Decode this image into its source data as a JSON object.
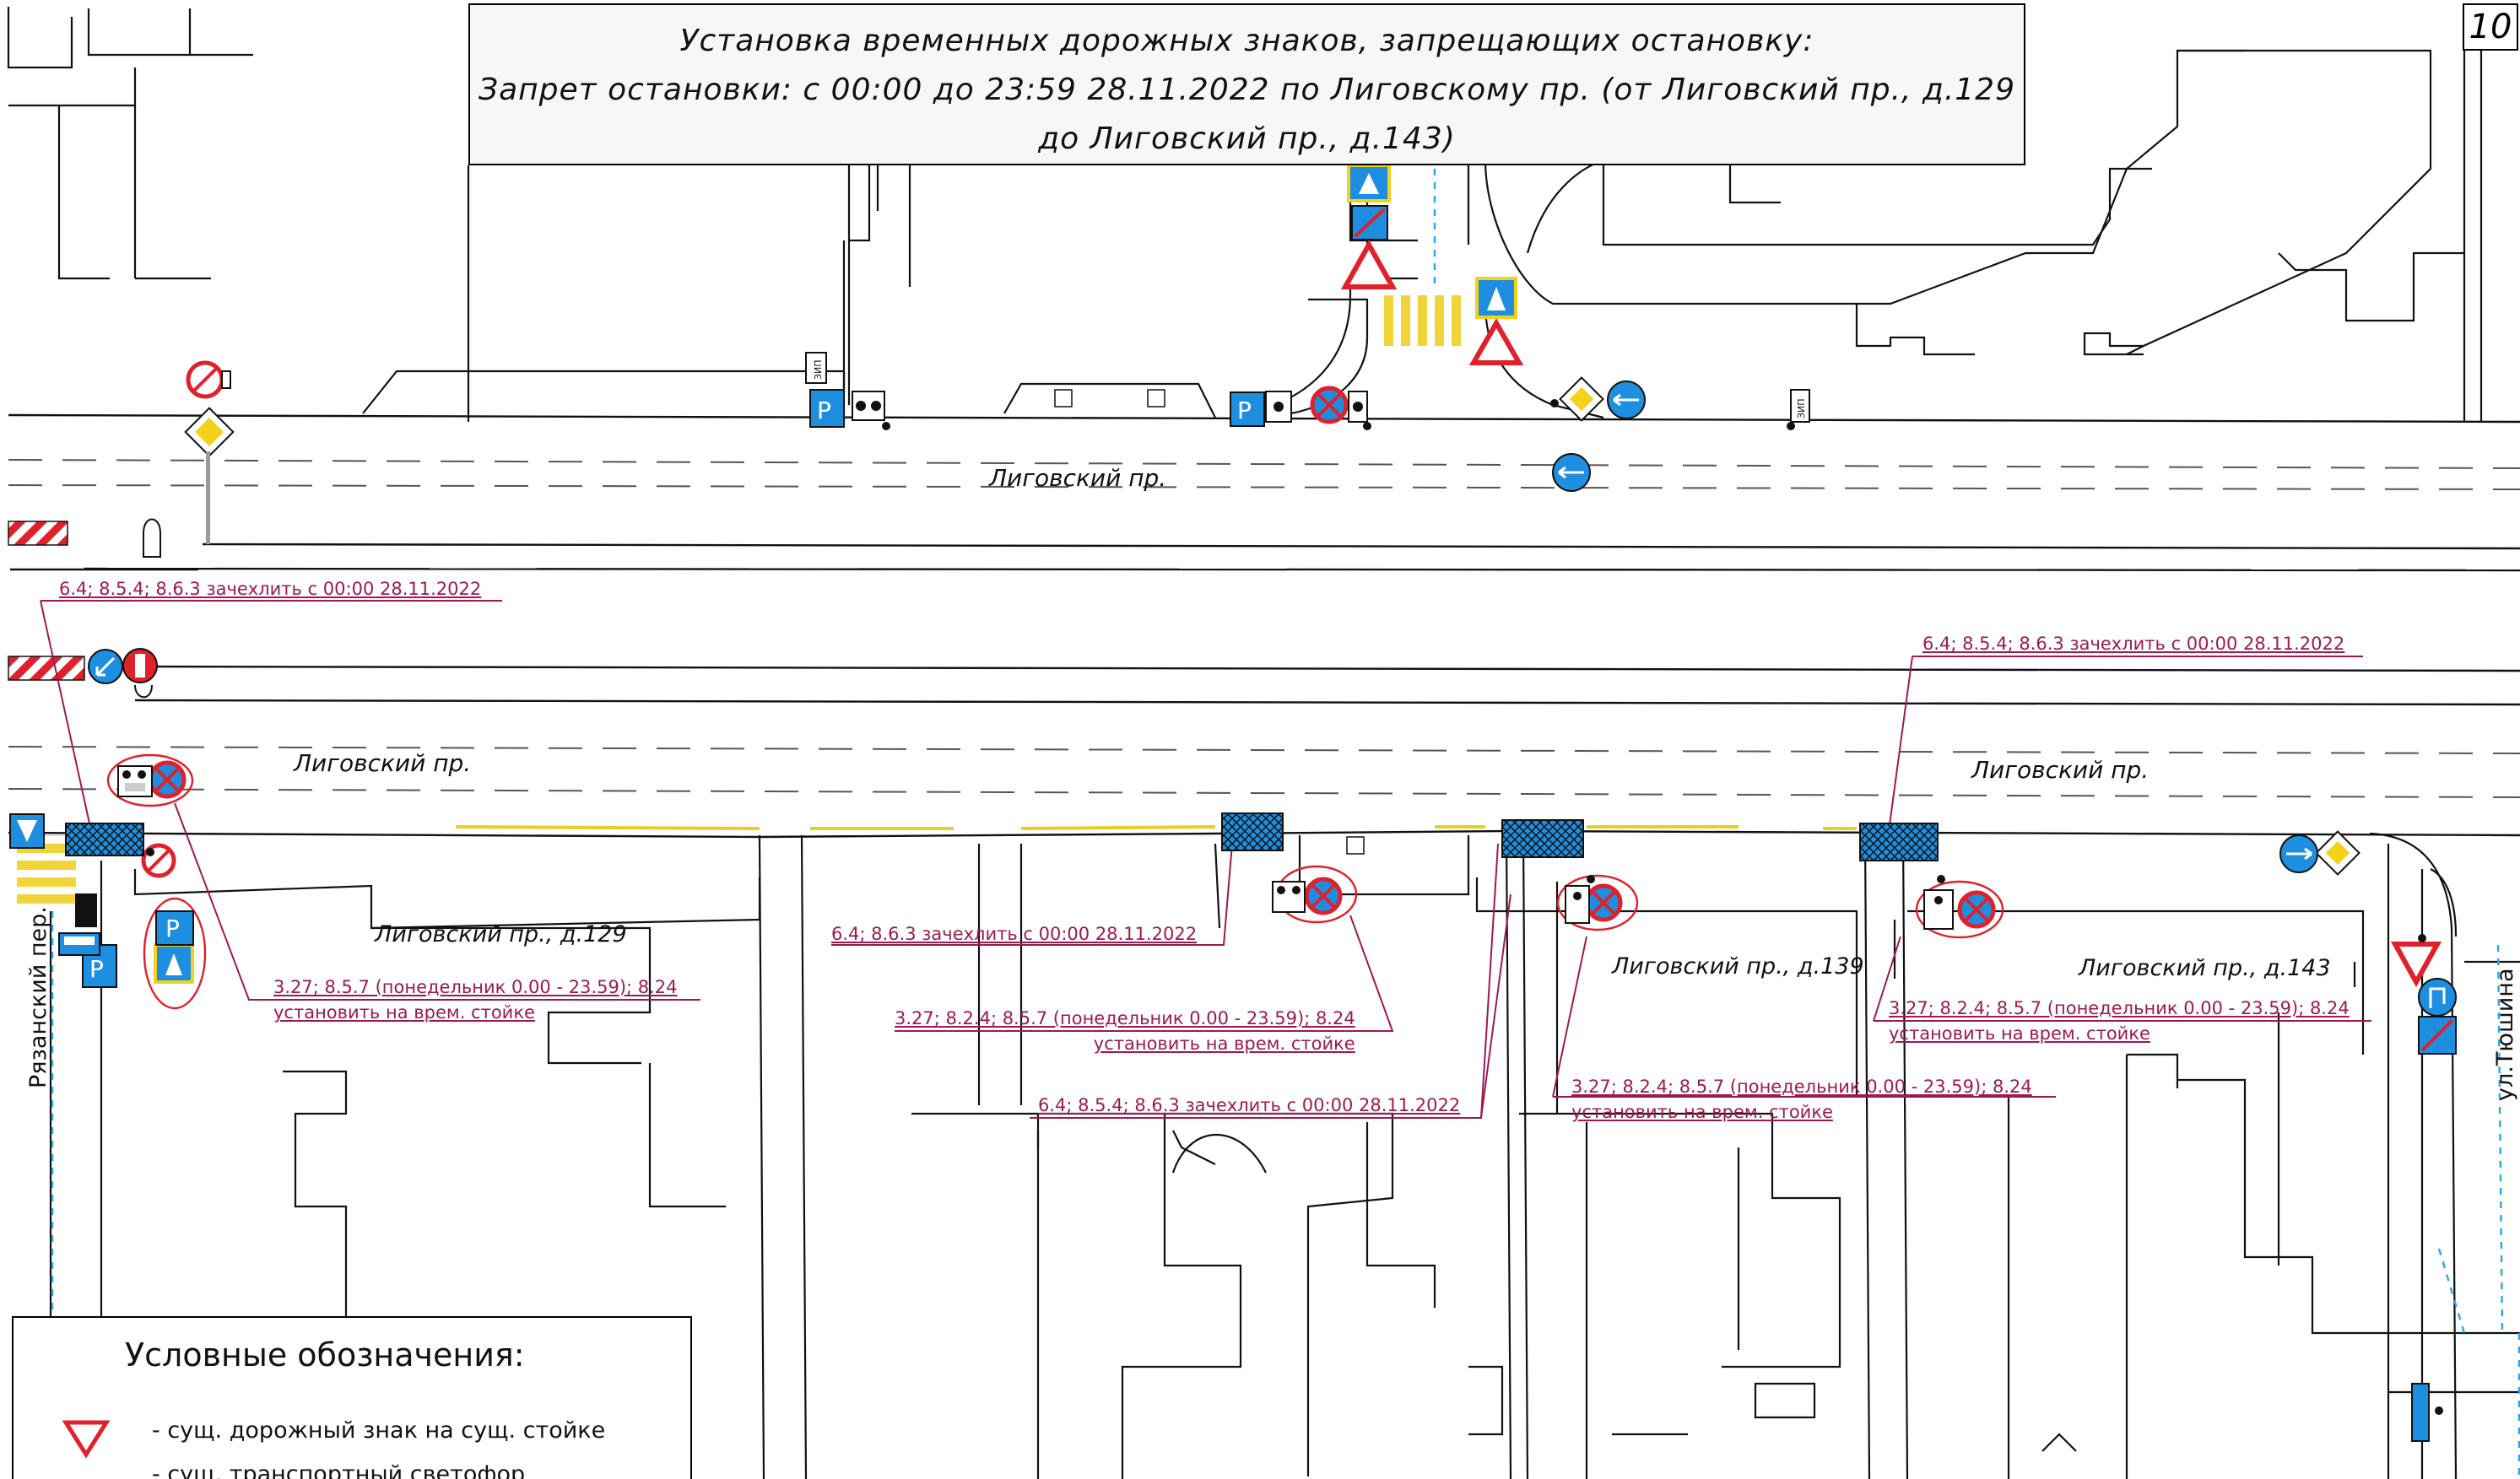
{
  "title": {
    "line1": "Установка временных дорожных знаков, запрещающих остановку:",
    "line2": "Запрет остановки: с 00:00 до 23:59 28.11.2022 по Лиговскому пр. (от Лиговский пр., д.129",
    "line3": "до Лиговский пр., д.143)"
  },
  "sheet_number": "10",
  "streets": {
    "top_street": "Лиговский пр.",
    "middle_street_left": "Лиговский пр.",
    "middle_street_right": "Лиговский пр.",
    "ryazansky": "Рязанский пер.",
    "tyushina": "ул.Тюшина"
  },
  "buildings": {
    "b129": "Лиговский пр., д.129",
    "b139": "Лиговский пр., д.139",
    "b143": "Лиговский пр., д.143"
  },
  "notes": {
    "n1": "6.4; 8.5.4; 8.6.3 зачехлить с 00:00 28.11.2022",
    "n2": "6.4; 8.5.4; 8.6.3 зачехлить с 00:00 28.11.2022",
    "n3_line1": "3.27; 8.5.7 (понедельник 0.00 - 23.59); 8.24",
    "n3_line2": "установить на врем. стойке",
    "n4": "6.4; 8.6.3 зачехлить с 00:00 28.11.2022",
    "n5_line1": "3.27; 8.2.4; 8.5.7 (понедельник 0.00 - 23.59); 8.24",
    "n5_line2": "установить на врем. стойке",
    "n6": "6.4; 8.5.4; 8.6.3 зачехлить с 00:00 28.11.2022",
    "n7_line1": "3.27; 8.2.4; 8.5.7 (понедельник 0.00 - 23.59); 8.24",
    "n7_line2": "установить на врем. стойке",
    "n8_line1": "3.27; 8.2.4; 8.5.7 (понедельник 0.00 - 23.59); 8.24",
    "n8_line2": "установить на врем. стойке"
  },
  "legend": {
    "title": "Условные обозначения:",
    "item1": "- сущ. дорожный знак на сущ. стойке",
    "item2": "- сущ. транспортный светофор"
  },
  "sign_labels": {
    "zip": "ЗИП",
    "parking": "P"
  },
  "colors": {
    "line": "#111111",
    "annotation": "#9b1a52",
    "sign_red": "#e0202a",
    "sign_blue": "#1e8fe0",
    "sign_yellow": "#f4d21a",
    "crosswalk": "#f1d43a",
    "utility_blue": "#2aa6e8",
    "curb_yellow": "#e6cf2a"
  },
  "icons": [
    "no-stopping-sign-icon",
    "priority-road-sign-icon",
    "give-way-sign-icon",
    "traffic-light-icon",
    "parking-sign-icon",
    "crosswalk-sign-icon",
    "direction-arrow-sign-icon",
    "no-entry-sign-icon"
  ]
}
